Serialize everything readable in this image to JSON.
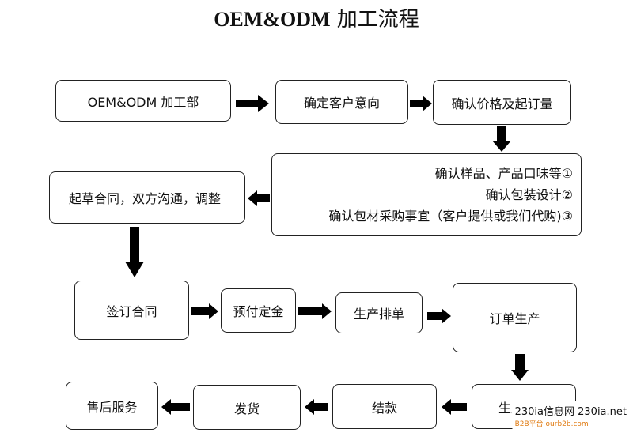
{
  "title": {
    "bold_part": "OEM&ODM",
    "rest": " 加工流程"
  },
  "steps": {
    "oem_dept": "OEM&ODM 加工部",
    "confirm_intent": "确定客户意向",
    "confirm_price": "确认价格及起订量",
    "confirm_lines": [
      "确认样品、产品口味等①",
      "确认包装设计②",
      "确认包材采购事宜（客户提供或我们代购)③"
    ],
    "draft_contract": "起草合同，双方沟通，调整",
    "sign_contract": "签订合同",
    "prepay": "预付定金",
    "schedule": "生产排单",
    "order_production": "订单生产",
    "production_done": "生产完成",
    "settle": "结款",
    "ship": "发货",
    "after_sales": "售后服务"
  },
  "watermark": {
    "main": "230ia信息网 230ia.net",
    "sub": "B2B平台 ourb2b.com"
  }
}
